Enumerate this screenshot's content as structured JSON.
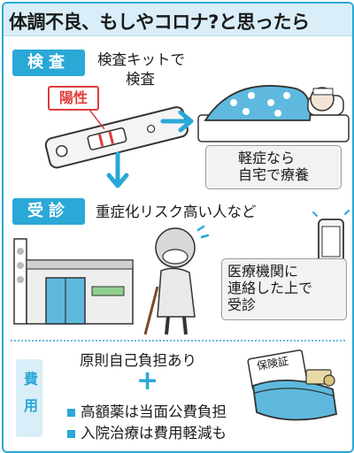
{
  "title": "体調不良、もしやコロナ?と思ったら",
  "test_section": {
    "label": "検査",
    "text_line1": "検査キットで",
    "text_line2": "検査",
    "kit_badge": "陽性",
    "home_line1": "軽症なら",
    "home_line2": "自宅で療養"
  },
  "consult_section": {
    "label": "受診",
    "text": "重症化リスク高い人など",
    "clinic_line1": "医療機関に",
    "clinic_line2": "連絡した上で",
    "clinic_line3": "受診"
  },
  "cost_section": {
    "label": "費用",
    "principle": "原則自己負担あり",
    "plus": "+",
    "bullets": [
      "高額薬は当面公費負担",
      "入院治療は費用軽減も"
    ],
    "insurance_card": "保険証"
  },
  "colors": {
    "accent": "#2aa8d6",
    "accent_light": "#d9eef8",
    "positive_red": "#e03c3c",
    "blanket": "#5fb9df"
  }
}
